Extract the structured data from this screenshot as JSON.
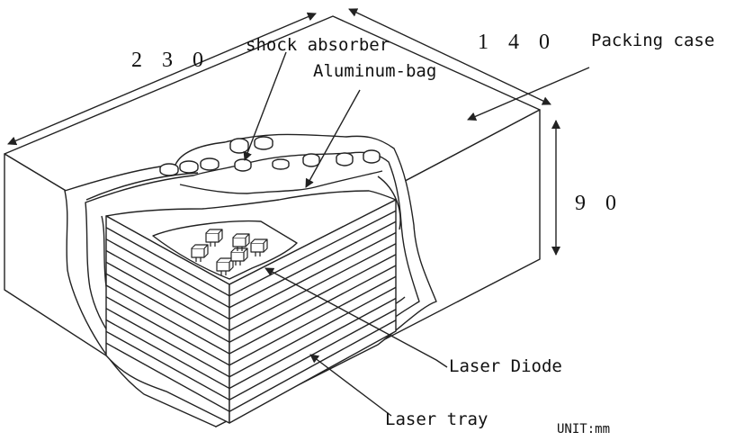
{
  "dimensions": {
    "length": "2 3 0",
    "width": "1 4 0",
    "height": "9 0"
  },
  "labels": {
    "packing_case": "Packing case",
    "shock_absorber": "shock absorber",
    "aluminum_bag": "Aluminum-bag",
    "laser_diode": "Laser Diode",
    "laser_tray": "Laser tray",
    "unit": "UNIT:mm"
  },
  "colors": {
    "line": "#222222",
    "background": "#ffffff"
  }
}
